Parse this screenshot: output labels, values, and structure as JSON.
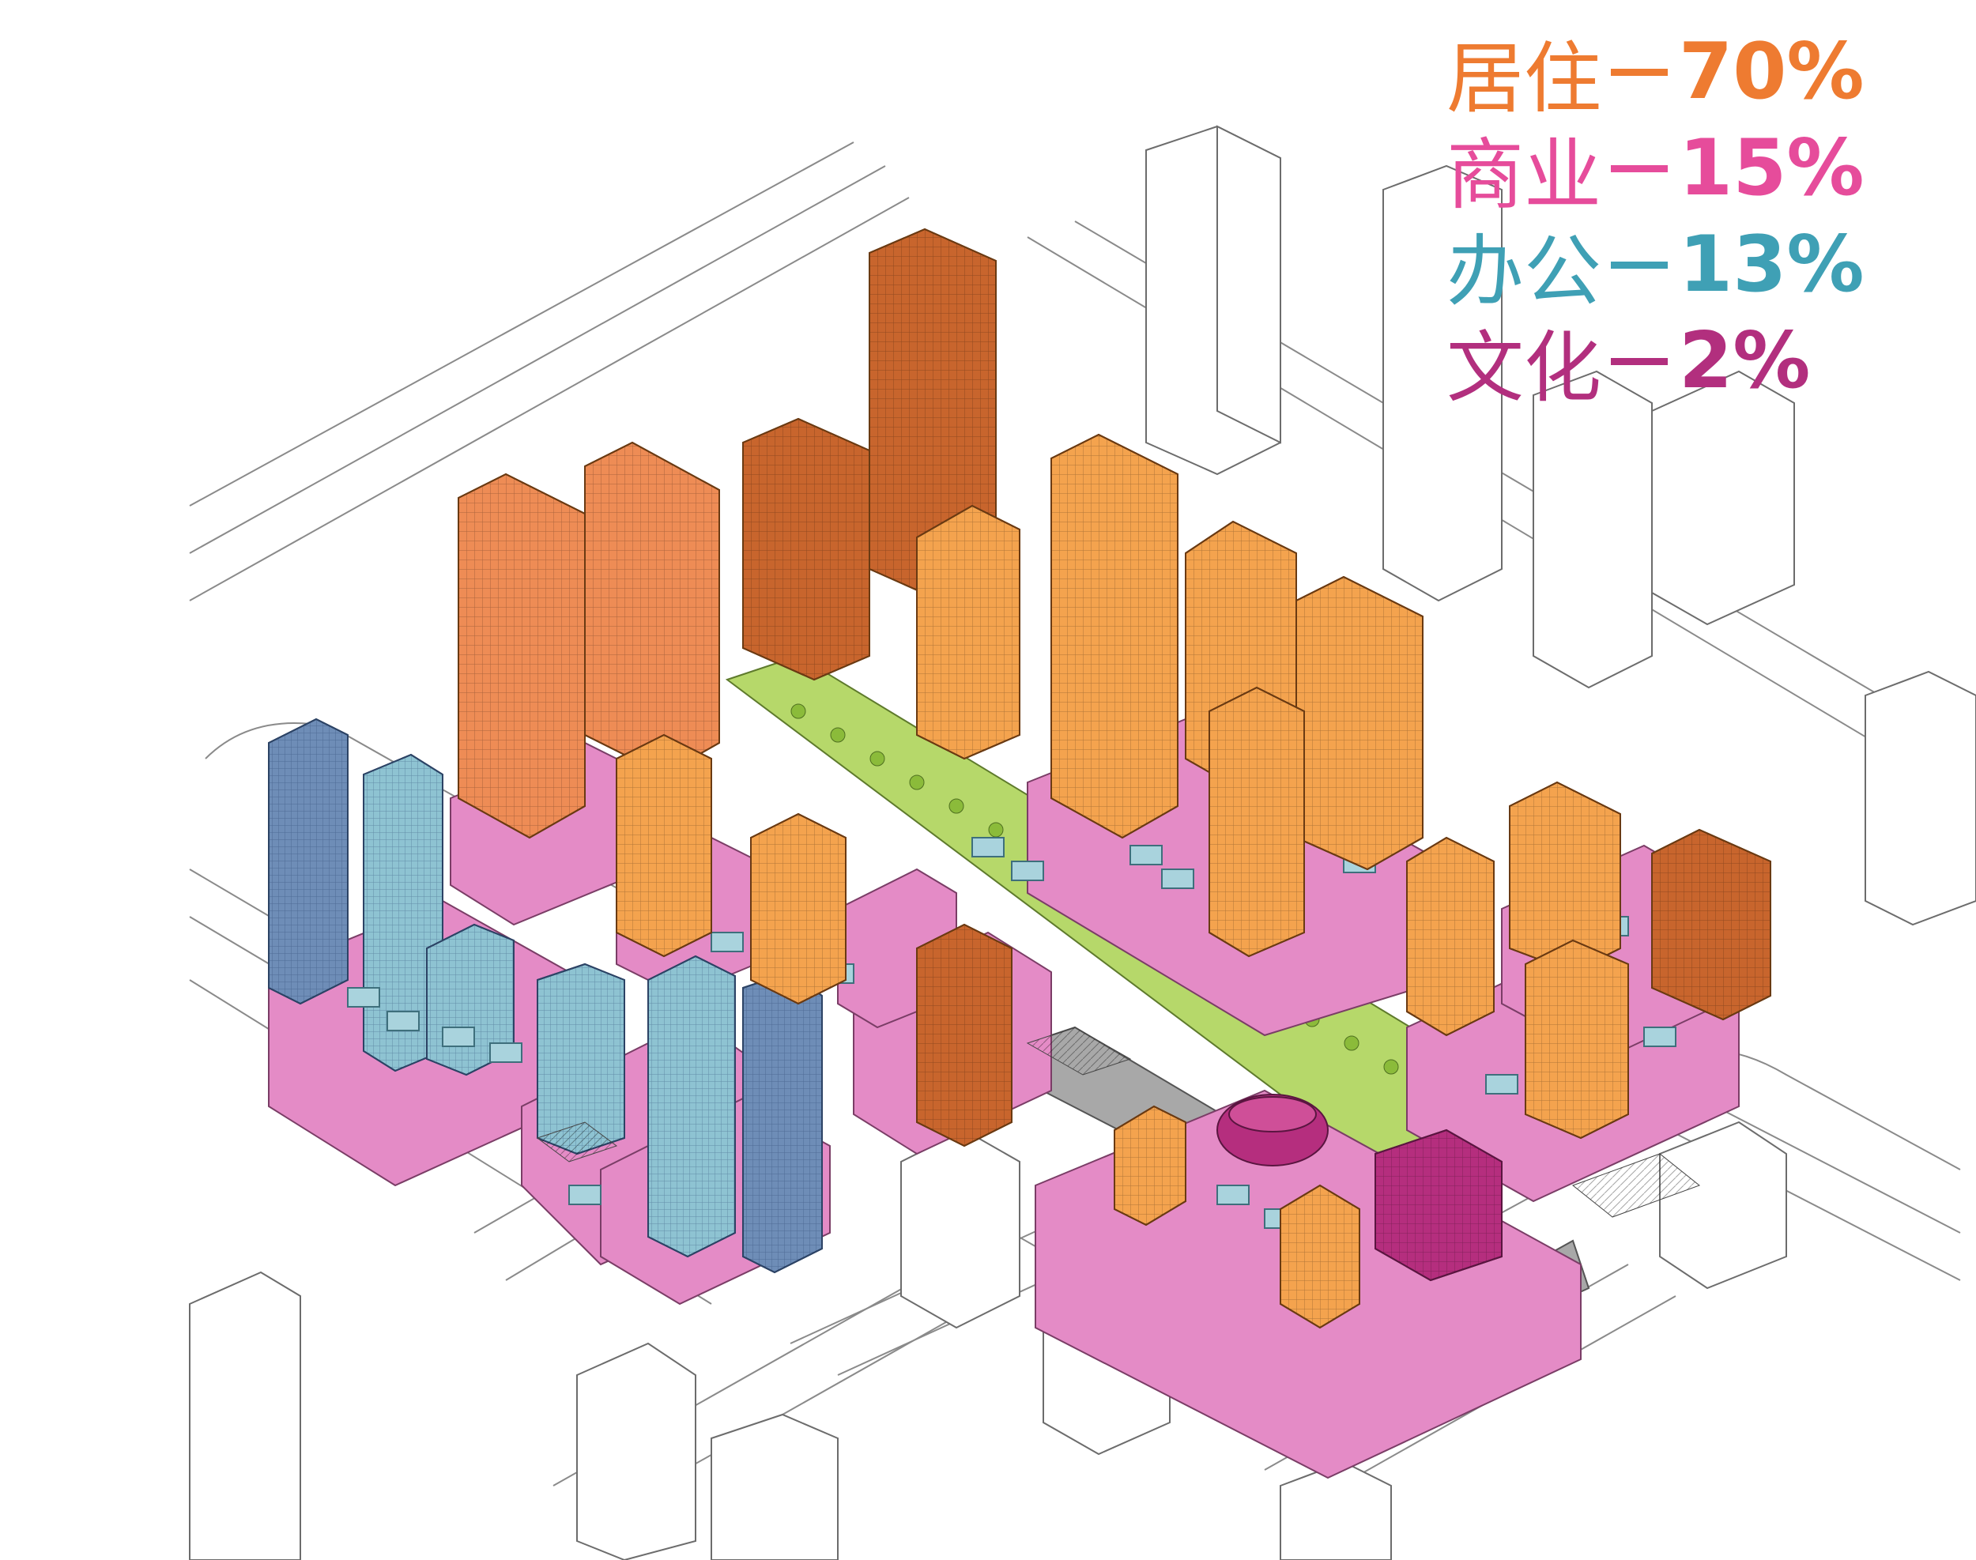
{
  "legend": [
    {
      "name": "居住",
      "value": "70%",
      "color": "#EE7B31"
    },
    {
      "name": "商业",
      "value": "15%",
      "color": "#E64C9B"
    },
    {
      "name": "办公",
      "value": "13%",
      "color": "#3FA0B5"
    },
    {
      "name": "文化",
      "value": "2%",
      "color": "#B22F7E"
    }
  ],
  "palette": {
    "residential_light": "#F4A34E",
    "residential_mid": "#EE8C55",
    "residential_dark": "#C8652D",
    "commercial": "#E48BC6",
    "office_dark": "#6E8DB7",
    "office_light": "#8EC3D2",
    "office_lowrise": "#A9D3DD",
    "cultural": "#B52E7E",
    "plaza": "#B6D86A",
    "walkway": "#A8A8A8",
    "context": "#FFFFFF",
    "linework": "#6C6C6C"
  }
}
